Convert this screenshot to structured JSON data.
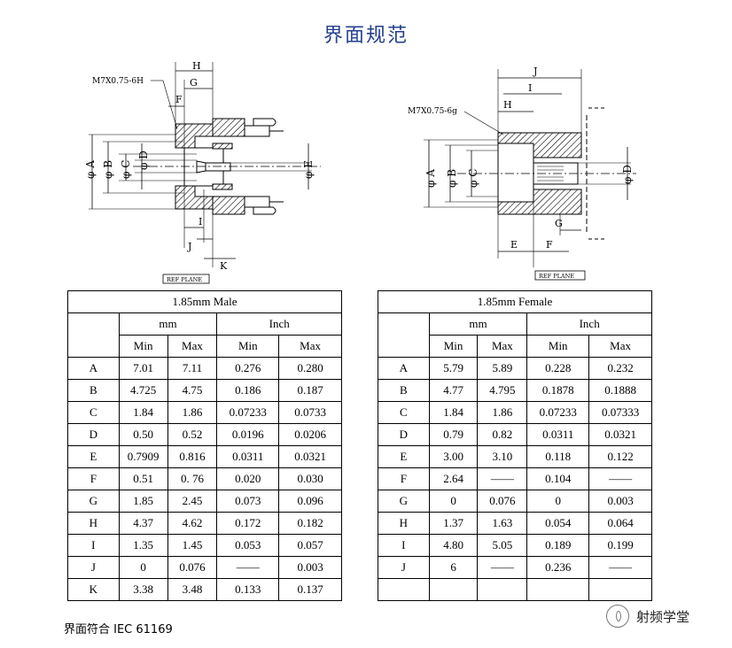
{
  "page": {
    "title": "界面规范"
  },
  "male_drawing": {
    "thread_label": "M7X0.75-6H",
    "dims_top": [
      "H",
      "G",
      "F"
    ],
    "dims_left": [
      "φ A",
      "φ B",
      "φ C",
      "φ D"
    ],
    "dim_right": "φ E",
    "dims_bottom": [
      "I",
      "J",
      "K"
    ],
    "ref_plane": "REF PLANE"
  },
  "female_drawing": {
    "thread_label": "M7X0.75-6g",
    "dims_top": [
      "J",
      "I",
      "H"
    ],
    "dims_left": [
      "φ A",
      "φ B",
      "φ C"
    ],
    "dim_right": "φ D",
    "dims_bottom": [
      "G",
      "E",
      "F"
    ],
    "ref_plane": "REF PLANE"
  },
  "male_table": {
    "caption": "1.85mm Male",
    "group_mm": "mm",
    "group_inch": "Inch",
    "col_min": "Min",
    "col_max": "Max",
    "rows": [
      [
        "A",
        "7.01",
        "7.11",
        "0.276",
        "0.280"
      ],
      [
        "B",
        "4.725",
        "4.75",
        "0.186",
        "0.187"
      ],
      [
        "C",
        "1.84",
        "1.86",
        "0.07233",
        "0.0733"
      ],
      [
        "D",
        "0.50",
        "0.52",
        "0.0196",
        "0.0206"
      ],
      [
        "E",
        "0.7909",
        "0.816",
        "0.0311",
        "0.0321"
      ],
      [
        "F",
        "0.51",
        "0. 76",
        "0.020",
        "0.030"
      ],
      [
        "G",
        "1.85",
        "2.45",
        "0.073",
        "0.096"
      ],
      [
        "H",
        "4.37",
        "4.62",
        "0.172",
        "0.182"
      ],
      [
        "I",
        "1.35",
        "1.45",
        "0.053",
        "0.057"
      ],
      [
        "J",
        "0",
        "0.076",
        "——",
        "0.003"
      ],
      [
        "K",
        "3.38",
        "3.48",
        "0.133",
        "0.137"
      ]
    ]
  },
  "female_table": {
    "caption": "1.85mm Female",
    "group_mm": "mm",
    "group_inch": "Inch",
    "col_min": "Min",
    "col_max": "Max",
    "rows": [
      [
        "A",
        "5.79",
        "5.89",
        "0.228",
        "0.232"
      ],
      [
        "B",
        "4.77",
        "4.795",
        "0.1878",
        "0.1888"
      ],
      [
        "C",
        "1.84",
        "1.86",
        "0.07233",
        "0.07333"
      ],
      [
        "D",
        "0.79",
        "0.82",
        "0.0311",
        "0.0321"
      ],
      [
        "E",
        "3.00",
        "3.10",
        "0.118",
        "0.122"
      ],
      [
        "F",
        "2.64",
        "——",
        "0.104",
        "——"
      ],
      [
        "G",
        "0",
        "0.076",
        "0",
        "0.003"
      ],
      [
        "H",
        "1.37",
        "1.63",
        "0.054",
        "0.064"
      ],
      [
        "I",
        "4.80",
        "5.05",
        "0.189",
        "0.199"
      ],
      [
        "J",
        "6",
        "——",
        "0.236",
        "——"
      ],
      [
        "",
        "",
        "",
        "",
        ""
      ]
    ]
  },
  "footer": {
    "text": "界面符合  IEC 61169"
  },
  "watermark": {
    "text": "射频学堂",
    "icon": "wechat-icon"
  }
}
